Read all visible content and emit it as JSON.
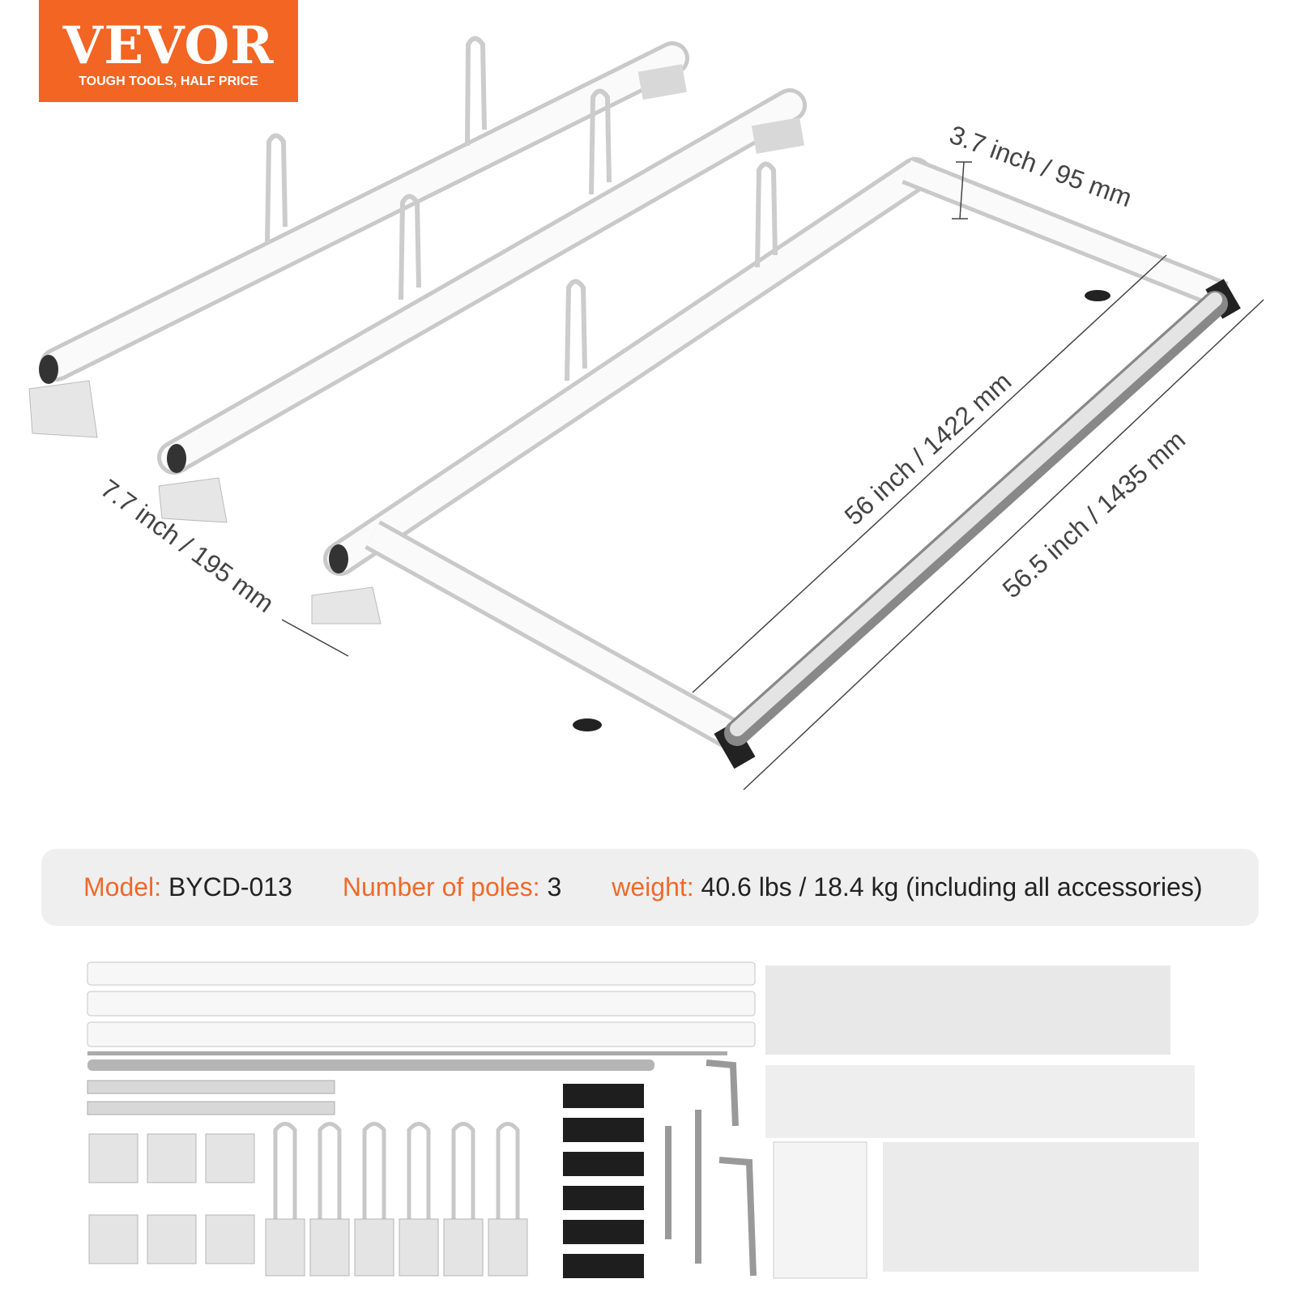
{
  "brand": {
    "name": "VEVOR",
    "tagline": "TOUGH TOOLS, HALF PRICE",
    "color": "#f26522"
  },
  "dimensions": {
    "bar_height": "3.7 inch / 95 mm",
    "bar_length": "56 inch / 1422 mm",
    "overall_length": "56.5 inch / 1435 mm",
    "bar_spacing": "7.7 inch / 195 mm"
  },
  "specs": {
    "model_label": "Model:",
    "model_value": " BYCD-013",
    "poles_label": "Number of poles:",
    "poles_value": " 3",
    "weight_label": "weight:",
    "weight_value": " 40.6 lbs / 18.4 kg (including all accessories)"
  },
  "colors": {
    "accent": "#ee6a2a",
    "spec_bg": "#efefef",
    "dim_text": "#444444"
  }
}
